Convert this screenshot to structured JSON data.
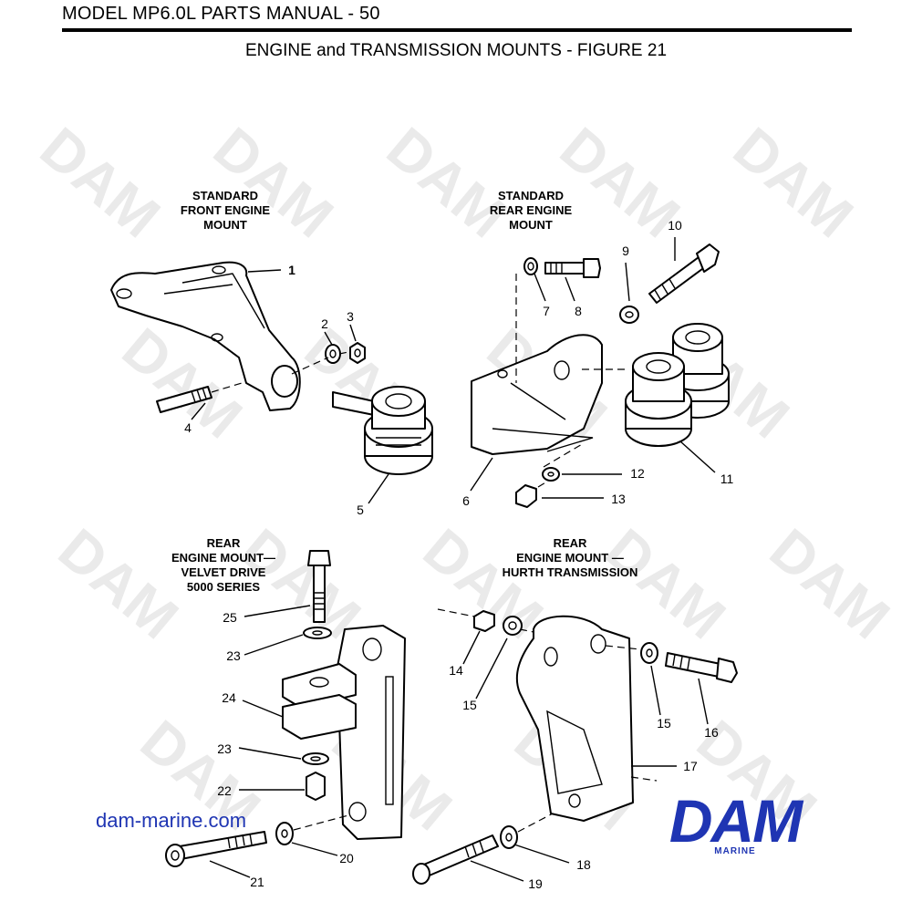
{
  "header": {
    "manual_title": "MODEL MP6.0L PARTS MANUAL - 50",
    "figure_title": "ENGINE and TRANSMISSION MOUNTS - FIGURE 21"
  },
  "sections": {
    "front_mount": [
      "STANDARD",
      "FRONT ENGINE",
      "MOUNT"
    ],
    "rear_mount": [
      "STANDARD",
      "REAR ENGINE",
      "MOUNT"
    ],
    "velvet_drive": [
      "REAR",
      "ENGINE MOUNT—",
      "VELVET DRIVE",
      "5000 SERIES"
    ],
    "hurth": [
      "REAR",
      "ENGINE MOUNT —",
      "HURTH TRANSMISSION"
    ]
  },
  "callouts": {
    "c1": "1",
    "c2": "2",
    "c3": "3",
    "c4": "4",
    "c5": "5",
    "c6": "6",
    "c7": "7",
    "c8": "8",
    "c9": "9",
    "c10": "10",
    "c11": "11",
    "c12": "12",
    "c13": "13",
    "c14": "14",
    "c15a": "15",
    "c15b": "15",
    "c16": "16",
    "c17": "17",
    "c18": "18",
    "c19": "19",
    "c20": "20",
    "c21": "21",
    "c22": "22",
    "c23a": "23",
    "c23b": "23",
    "c24": "24",
    "c25": "25"
  },
  "watermark": "DAM",
  "footer": {
    "website": "dam-marine.com",
    "logo_text": "DAM",
    "logo_subtext": "MARINE",
    "brand_color": "#1f35b3"
  }
}
